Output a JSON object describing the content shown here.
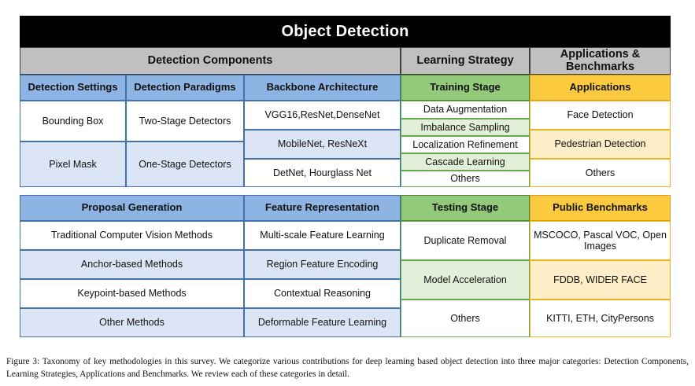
{
  "figure": {
    "title": "Object Detection",
    "caption": "Figure 3: Taxonomy of key methodologies in this survey. We categorize various contributions for deep learning based object detection into three major categories: Detection Components, Learning Strategies, Applications and Benchmarks. We review each of these categories in detail."
  },
  "colors": {
    "title_bar": "#000000",
    "gray_band": "#c0c0c0",
    "blue_header": "#8eb4e3",
    "blue_light": "#dce5f5",
    "blue_border": "#4472a8",
    "green_header": "#92ca7a",
    "green_light": "#e2efd9",
    "green_border": "#6aa84f",
    "yellow_header": "#fbca3e",
    "yellow_light": "#fdeec8",
    "yellow_border": "#f0b323"
  },
  "top_bands": {
    "detection_components": "Detection Components",
    "learning_strategy": "Learning Strategy",
    "applications_benchmarks": "Applications & Benchmarks"
  },
  "columns": {
    "detection_settings": {
      "header": "Detection Settings",
      "items": [
        "Bounding Box",
        "Pixel Mask"
      ]
    },
    "detection_paradigms": {
      "header": "Detection Paradigms",
      "items": [
        "Two-Stage Detectors",
        "One-Stage Detectors"
      ]
    },
    "backbone_architecture": {
      "header": "Backbone Architecture",
      "items": [
        "VGG16,ResNet,DenseNet",
        "MobileNet, ResNeXt",
        "DetNet, Hourglass Net"
      ]
    },
    "training_stage": {
      "header": "Training Stage",
      "items": [
        "Data Augmentation",
        "Imbalance Sampling",
        "Localization Refinement",
        "Cascade Learning",
        "Others"
      ]
    },
    "applications": {
      "header": "Applications",
      "items": [
        "Face Detection",
        "Pedestrian Detection",
        "Others"
      ]
    },
    "proposal_generation": {
      "header": "Proposal Generation",
      "items": [
        "Traditional Computer Vision Methods",
        "Anchor-based Methods",
        "Keypoint-based Methods",
        "Other Methods"
      ]
    },
    "feature_representation": {
      "header": "Feature Representation",
      "items": [
        "Multi-scale Feature Learning",
        "Region Feature Encoding",
        "Contextual Reasoning",
        "Deformable Feature Learning"
      ]
    },
    "testing_stage": {
      "header": "Testing Stage",
      "items": [
        "Duplicate Removal",
        "Model Acceleration",
        "Others"
      ]
    },
    "public_benchmarks": {
      "header": "Public Benchmarks",
      "items": [
        "MSCOCO, Pascal VOC, Open Images",
        "FDDB, WIDER FACE",
        "KITTI, ETH, CityPersons"
      ]
    }
  }
}
